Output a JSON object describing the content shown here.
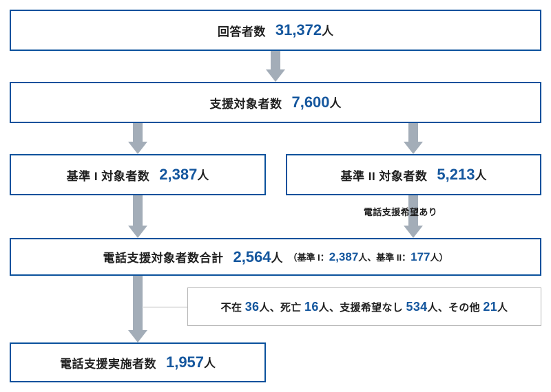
{
  "colors": {
    "box_border": "#0a519c",
    "number_blue": "#15579e",
    "arrow_gray": "#a3adb8",
    "note_border": "#b5b5b5",
    "text": "#1f1f1f",
    "background": "#ffffff"
  },
  "flow": {
    "nodes": [
      {
        "id": "respondents",
        "label": "回答者数",
        "value": "31,372",
        "unit": "人"
      },
      {
        "id": "support_target",
        "label": "支援対象者数",
        "value": "7,600",
        "unit": "人"
      },
      {
        "id": "criterion1",
        "label": "基準 I 対象者数",
        "value": "2,387",
        "unit": "人"
      },
      {
        "id": "criterion2",
        "label": "基準 II 対象者数",
        "value": "5,213",
        "unit": "人"
      },
      {
        "id": "phone_support_total",
        "label": "電話支援対象者数合計",
        "value": "2,564",
        "unit": "人",
        "breakdown_open": "（基準 I：",
        "breakdown_value1": "2,387",
        "breakdown_mid": "人、基準 II：",
        "breakdown_value2": "177",
        "breakdown_close": "人）"
      },
      {
        "id": "phone_support_done",
        "label": "電話支援実施者数",
        "value": "1,957",
        "unit": "人"
      }
    ],
    "edge_labels": [
      {
        "id": "phone_wish",
        "text": "電話支援希望あり"
      }
    ],
    "exclusions": {
      "items": [
        {
          "label": "不在",
          "value": "36",
          "unit": "人"
        },
        {
          "label": "死亡",
          "value": "16",
          "unit": "人"
        },
        {
          "label": "支援希望なし",
          "value": "534",
          "unit": "人"
        },
        {
          "label": "その他",
          "value": "21",
          "unit": "人"
        }
      ],
      "separator": "、",
      "full_text_prefix1": "不在 ",
      "full_text_prefix2": "人、死亡 ",
      "full_text_prefix3": "人、支援希望なし ",
      "full_text_prefix4": "人、その他 ",
      "full_text_suffix": "人"
    }
  }
}
